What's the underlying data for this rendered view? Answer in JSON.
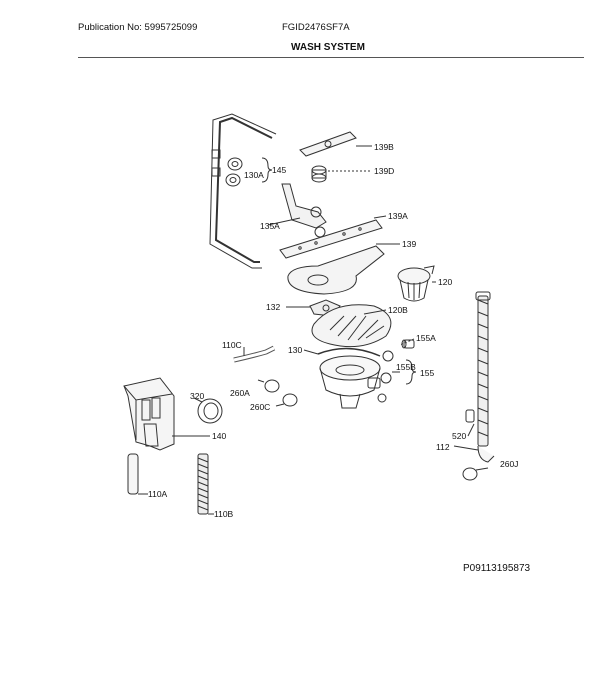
{
  "header": {
    "publication": "Publication No: 5995725099",
    "model": "FGID2476SF7A",
    "section": "WASH SYSTEM"
  },
  "parts": {
    "p139B": "139B",
    "p139D": "139D",
    "p145": "145",
    "p130A": "130A",
    "p135A": "135A",
    "p139A": "139A",
    "p139": "139",
    "p120": "120",
    "p132": "132",
    "p120B": "120B",
    "p110C": "110C",
    "p130": "130",
    "p155A": "155A",
    "p155B": "155B",
    "p155": "155",
    "p320": "320",
    "p260A": "260A",
    "p260C": "260C",
    "p140": "140",
    "p520": "520",
    "p112": "112",
    "p260J": "260J",
    "p110A": "110A",
    "p110B": "110B"
  },
  "footer": {
    "diagram_code": "P09113195873"
  }
}
